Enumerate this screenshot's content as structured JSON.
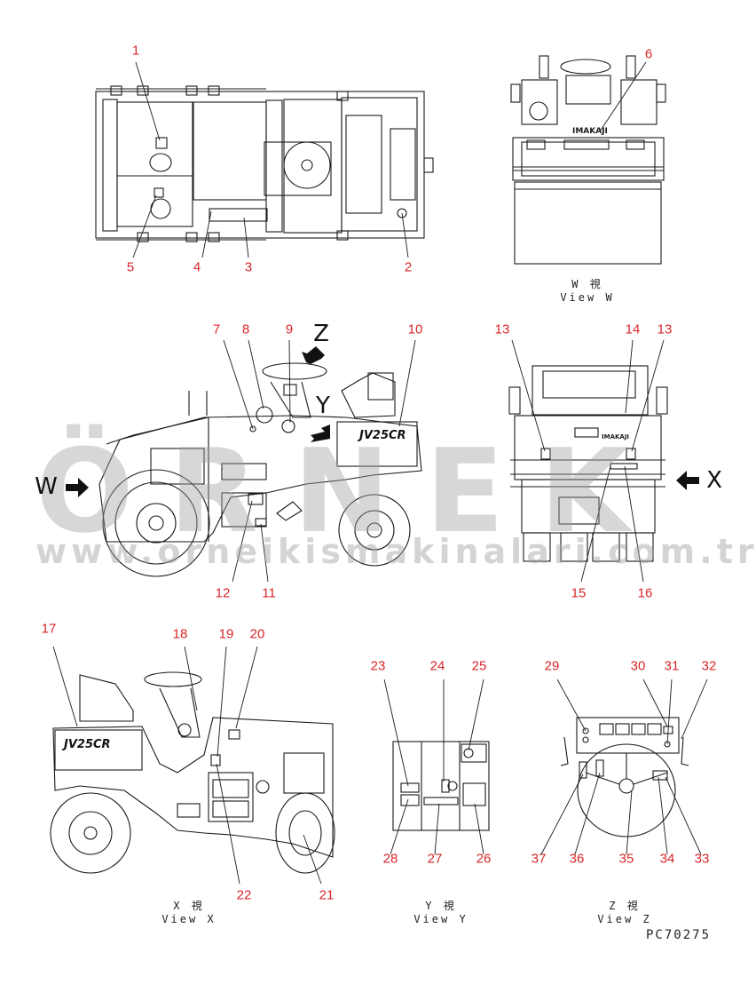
{
  "watermark": {
    "brand": "ÖRNEK",
    "url": "www.orneikismakinalari.com.tr"
  },
  "views": {
    "w": {
      "line1": "W  視",
      "line2": "View W"
    },
    "x": {
      "line1": "X  視",
      "line2": "View X"
    },
    "y": {
      "line1": "Y  視",
      "line2": "View Y"
    },
    "z": {
      "line1": "Z  視",
      "line2": "View Z"
    }
  },
  "direction_letters": {
    "w": "W",
    "x": "X",
    "y": "Y",
    "z": "Z"
  },
  "brand_text": "JV25CR",
  "drawing_code": "PC70275",
  "callouts": [
    "1",
    "2",
    "3",
    "4",
    "5",
    "6",
    "7",
    "8",
    "9",
    "10",
    "11",
    "12",
    "13",
    "13",
    "14",
    "15",
    "16",
    "17",
    "18",
    "19",
    "20",
    "21",
    "22",
    "23",
    "24",
    "25",
    "26",
    "27",
    "28",
    "29",
    "30",
    "31",
    "32",
    "33",
    "34",
    "35",
    "36",
    "37"
  ]
}
